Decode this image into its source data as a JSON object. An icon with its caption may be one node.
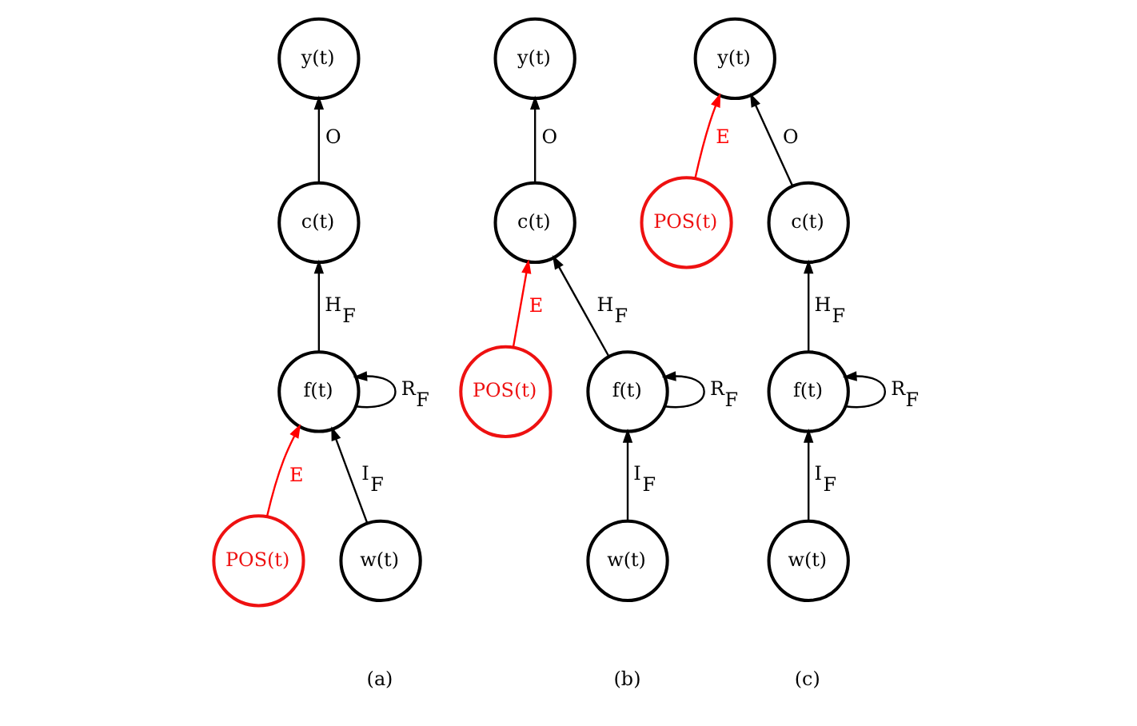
{
  "diagram": {
    "nodes": [
      {
        "text": [
          "y(t)"
        ]
      },
      {
        "text": [
          "c(t)"
        ]
      },
      {
        "text": [
          "f(t)"
        ]
      },
      {
        "text": [
          "POS(t)"
        ]
      },
      {
        "text": [
          "w(t)"
        ]
      },
      {
        "text": [
          "y(t)"
        ]
      },
      {
        "text": [
          "c(t)"
        ]
      },
      {
        "text": [
          "POS(t)"
        ]
      },
      {
        "text": [
          "f(t)"
        ]
      },
      {
        "text": [
          "w(t)"
        ]
      },
      {
        "text": [
          "y(t)"
        ]
      },
      {
        "text": [
          "POS(t)"
        ]
      },
      {
        "text": [
          "c(t)"
        ]
      },
      {
        "text": [
          "f(t)"
        ]
      },
      {
        "text": [
          "w(t)"
        ]
      }
    ],
    "edges": [
      {
        "from": 1,
        "to": 0,
        "arrow": "to",
        "label": "O"
      },
      {
        "from": 2,
        "to": 1,
        "arrow": "to",
        "label": "H$_{F}$"
      },
      {
        "from": 2,
        "to": 2,
        "arrow": "to",
        "label": "R$_{F}$"
      },
      {
        "from": 3,
        "to": 2,
        "arrow": "to",
        "label": "E",
        "color": "#ff0000"
      },
      {
        "from": 4,
        "to": 2,
        "arrow": "to",
        "label": "I$_{F}$"
      },
      {
        "from": 6,
        "to": 5,
        "arrow": "to",
        "label": "O"
      },
      {
        "from": 7,
        "to": 6,
        "arrow": "to",
        "label": "E",
        "color": "#ff0000"
      },
      {
        "from": 8,
        "to": 6,
        "arrow": "to",
        "label": "H$_{F}$"
      },
      {
        "from": 8,
        "to": 8,
        "arrow": "to",
        "label": "R$_{F}$"
      },
      {
        "from": 9,
        "to": 8,
        "arrow": "to",
        "label": "I$_{F}$"
      },
      {
        "from": 11,
        "to": 10,
        "arrow": "to",
        "label": "E",
        "color": "#ff0000"
      },
      {
        "from": 12,
        "to": 10,
        "arrow": "to",
        "label": "O"
      },
      {
        "from": 13,
        "to": 12,
        "arrow": "to",
        "label": "H$_{F}$"
      },
      {
        "from": 13,
        "to": 13,
        "arrow": "to",
        "label": "R$_{F}$"
      },
      {
        "from": 14,
        "to": 13,
        "arrow": "to",
        "label": "I$_{F}$"
      }
    ],
    "labels": [
      "(a)",
      "(b)",
      "(c)"
    ]
  }
}
